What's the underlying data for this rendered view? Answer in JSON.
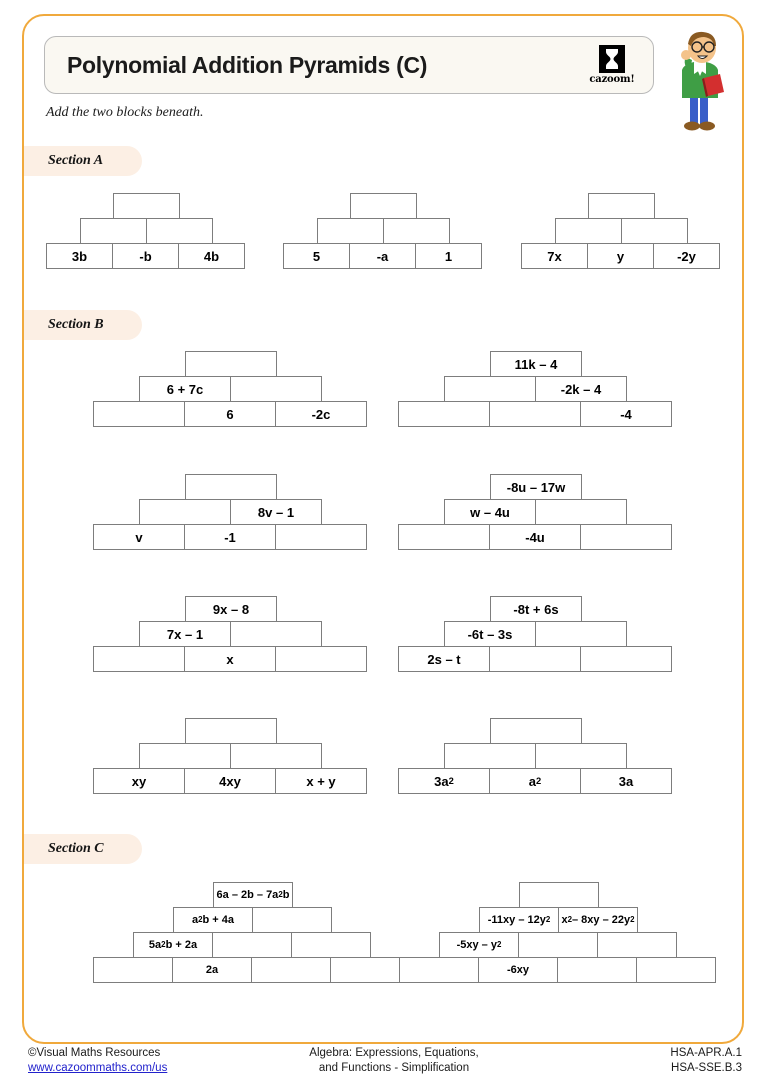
{
  "header": {
    "title": "Polynomial Addition Pyramids (C)",
    "logo_word": "cazoom!",
    "logo_mark_name": "hourglass-logo",
    "instruction": "Add the two blocks beneath."
  },
  "sections": [
    {
      "label": "Section A",
      "pyramids": [
        {
          "rows": [
            [
              ""
            ],
            [
              "",
              ""
            ],
            [
              "3b",
              "-b",
              "4b"
            ]
          ]
        },
        {
          "rows": [
            [
              ""
            ],
            [
              "",
              ""
            ],
            [
              "5",
              "-a",
              "1"
            ]
          ]
        },
        {
          "rows": [
            [
              ""
            ],
            [
              "",
              ""
            ],
            [
              "7x",
              "y",
              "-2y"
            ]
          ]
        }
      ]
    },
    {
      "label": "Section B",
      "pyramids": [
        {
          "rows": [
            [
              ""
            ],
            [
              "6 + 7c",
              ""
            ],
            [
              "",
              "6",
              "-2c"
            ]
          ]
        },
        {
          "rows": [
            [
              "11k – 4"
            ],
            [
              "",
              "-2k – 4"
            ],
            [
              "",
              "",
              "-4"
            ]
          ]
        },
        {
          "rows": [
            [
              ""
            ],
            [
              "",
              "8v – 1"
            ],
            [
              "v",
              "-1",
              ""
            ]
          ]
        },
        {
          "rows": [
            [
              "-8u – 17w"
            ],
            [
              "w – 4u",
              ""
            ],
            [
              "",
              "-4u",
              ""
            ]
          ]
        },
        {
          "rows": [
            [
              "9x – 8"
            ],
            [
              "7x – 1",
              ""
            ],
            [
              "",
              "x",
              ""
            ]
          ]
        },
        {
          "rows": [
            [
              "-8t + 6s"
            ],
            [
              "-6t – 3s",
              ""
            ],
            [
              "2s – t",
              "",
              ""
            ]
          ]
        },
        {
          "rows": [
            [
              ""
            ],
            [
              "",
              ""
            ],
            [
              "xy",
              "4xy",
              "x + y"
            ]
          ]
        },
        {
          "rows": [
            [
              ""
            ],
            [
              "",
              ""
            ],
            [
              "3a<sup>2</sup>",
              "a<sup>2</sup>",
              "3a"
            ]
          ]
        }
      ]
    },
    {
      "label": "Section C",
      "pyramids": [
        {
          "rows": [
            [
              "6a – 2b – 7a<sup>2</sup>b"
            ],
            [
              "a<sup>2</sup>b + 4a",
              ""
            ],
            [
              "5a<sup>2</sup>b + 2a",
              "",
              ""
            ],
            [
              "",
              "2a",
              "",
              ""
            ]
          ]
        },
        {
          "rows": [
            [
              ""
            ],
            [
              "-11xy – 12y<sup>2</sup>",
              "x<sup>2</sup> – 8xy – 22y<sup>2</sup>"
            ],
            [
              "-5xy – y<sup>2</sup>",
              "",
              ""
            ],
            [
              "",
              "-6xy",
              "",
              ""
            ]
          ]
        }
      ]
    }
  ],
  "footer": {
    "copyright": "©Visual Maths Resources",
    "website": "www.cazoommaths.com/us",
    "center_line1": "Algebra: Expressions, Equations,",
    "center_line2": "and Functions - Simplification",
    "code1": "HSA-APR.A.1",
    "code2": "HSA-SSE.B.3"
  },
  "colors": {
    "frame": "#f0a93c",
    "badge_bg": "#fcefe4",
    "title_bg": "#faf8f2",
    "cell_border": "#7d7d7d",
    "link": "#2222cc"
  }
}
